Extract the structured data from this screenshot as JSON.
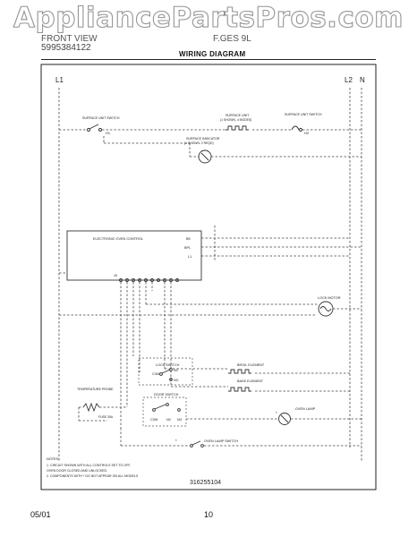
{
  "watermark": "AppliancePartsPros.com",
  "header": {
    "title": "FRONT VIEW",
    "part_number": "5995384122",
    "model": "F.GES 9L",
    "heading": "WIRING DIAGRAM"
  },
  "lines": {
    "l1": "L1",
    "l2": "L2",
    "n": "N"
  },
  "components": {
    "surface_switch_left": "SURFACE UNIT SWITCH",
    "surface_unit": "SURFACE UNIT",
    "surface_unit_note": "(1 SHOWN, 4 MODES)",
    "surface_switch_right": "SURFACE UNIT SWITCH",
    "surface_indicator": "SURFACE INDICATOR",
    "surface_indicator_note": "(1 SHOWN, 2 REQD)",
    "terminal_h1": "H1",
    "terminal_h2": "H2",
    "terminal_p1": "P1",
    "terminal_l1": "L1",
    "oven_control": "ELECTRONIC OVEN CONTROL",
    "ctrl_bk": "BK",
    "ctrl_bpl": "BPL",
    "ctrl_l1": "L1",
    "ctrl_pins": "10",
    "lock_motor": "LOCK MOTOR",
    "lock_switch": "LOCK SWITCH",
    "lock_com": "COM",
    "lock_nc": "NC",
    "lock_no": "NO",
    "broil_element": "BROIL ELEMENT",
    "bake_element": "BAKE ELEMENT",
    "temp_probe": "TEMPERATURE PROBE",
    "door_switch": "DOOR SWITCH",
    "door_com": "COM",
    "door_nc": "NC",
    "door_no": "NO",
    "oven_lamp": "OVEN LAMP",
    "oven_lamp_switch": "OVEN LAMP SWITCH",
    "fuse": "FUSE 30A"
  },
  "notes": {
    "title": "NOTES:",
    "n1": "1. CIRCUIT SHOWN WITH ALL CONTROLS SET TO OFF,",
    "n1b": "   OVEN DOOR CLOSED AND UNLOCKED.",
    "n2": "2. COMPONENTS WITH  * DO NOT APPEAR ON ALL MODELS"
  },
  "diagram_number": "316255104",
  "footer": {
    "date": "05/01",
    "page": "10"
  }
}
